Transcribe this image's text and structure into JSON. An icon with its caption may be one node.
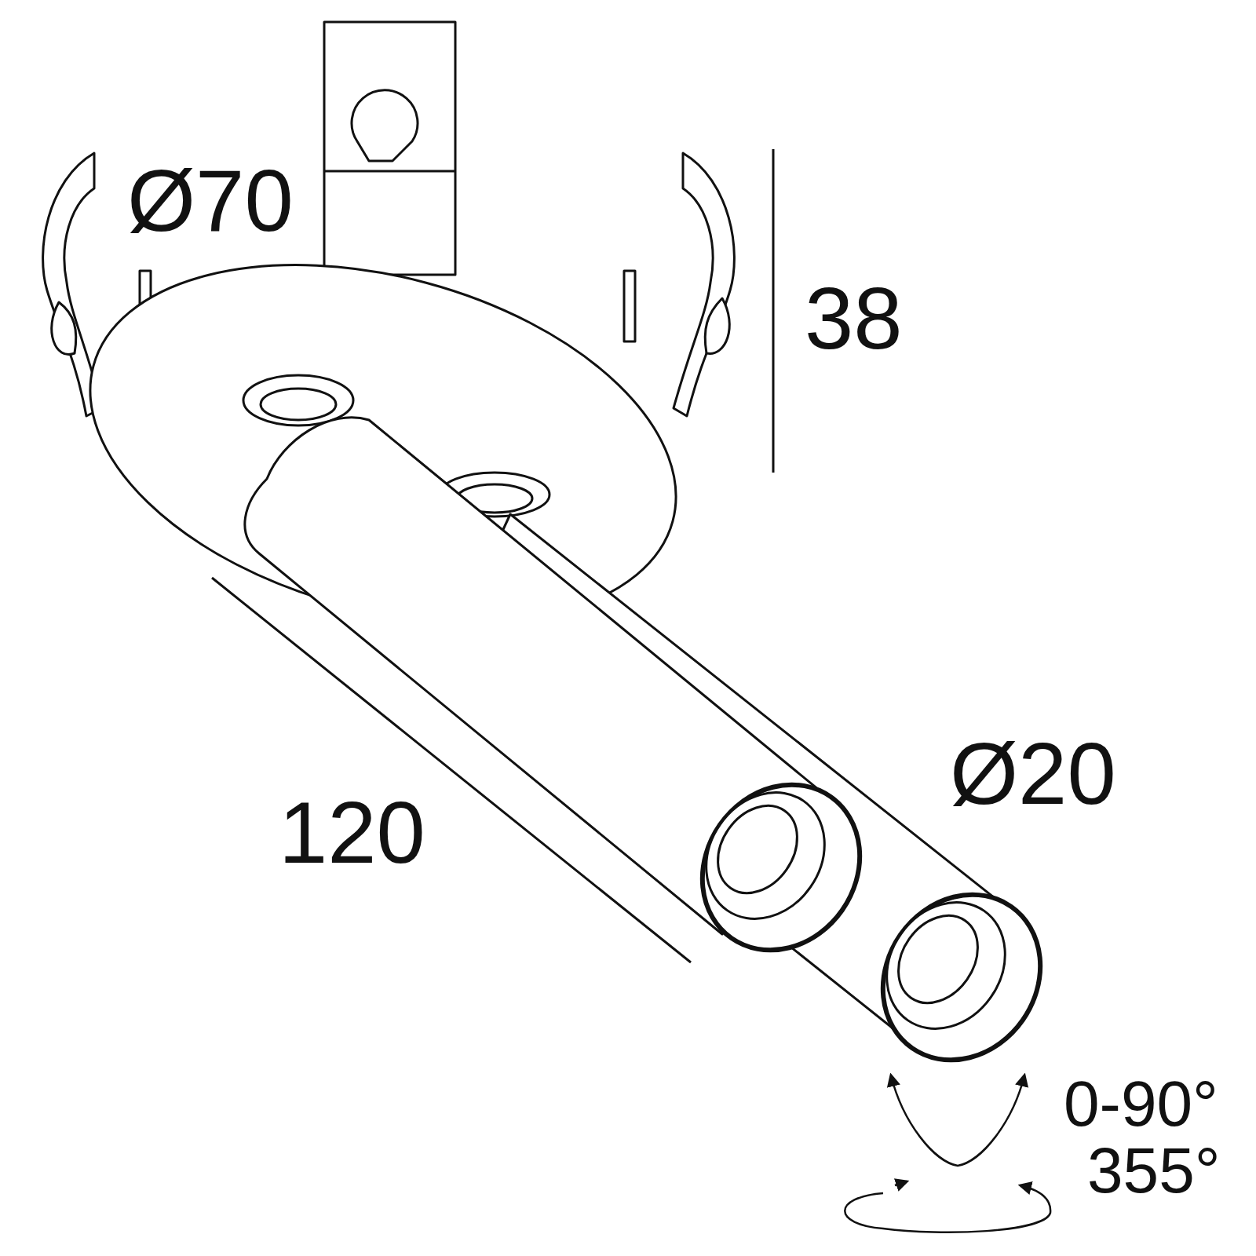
{
  "diagram": {
    "labels": [
      "Ø70",
      "38",
      "120",
      "Ø20",
      "0-90°",
      "355°"
    ]
  }
}
